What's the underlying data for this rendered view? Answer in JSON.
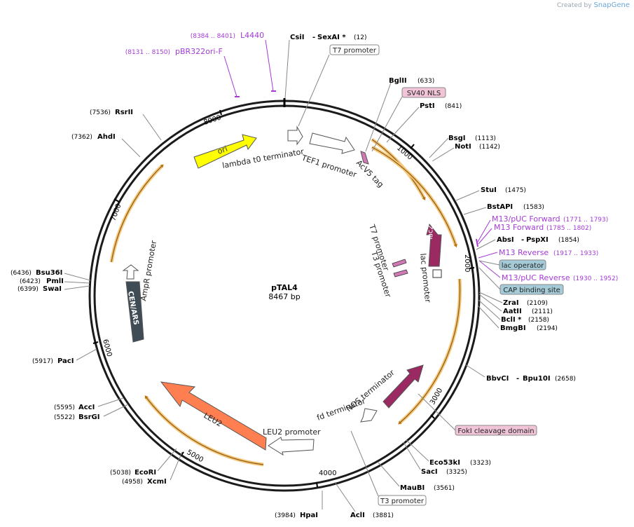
{
  "credit": {
    "prefix": "Created by",
    "brand": "SnapGene"
  },
  "plasmid": {
    "name": "pTAL4",
    "size": "8467 bp"
  },
  "ticks": [
    "1000",
    "2000",
    "3000",
    "4000",
    "5000",
    "6000",
    "7000",
    "8000"
  ],
  "features": [
    {
      "name": "ori"
    },
    {
      "name": "lambda t0 terminator"
    },
    {
      "name": "TEF1 promoter"
    },
    {
      "name": "AcV5 tag"
    },
    {
      "name": "lacZα"
    },
    {
      "name": "T7 promoter"
    },
    {
      "name": "T3 promoter"
    },
    {
      "name": "lac promoter"
    },
    {
      "name": "NOS terminator"
    },
    {
      "name": "fd terminator"
    },
    {
      "name": "LEU2 promoter"
    },
    {
      "name": "LEU2"
    },
    {
      "name": "CEN/ARS"
    },
    {
      "name": "AmpR promoter"
    }
  ],
  "sites": {
    "csiI": {
      "name": "CsiI",
      "extra": "SexAI *",
      "pos": "(12)"
    },
    "bglII": {
      "name": "BglII",
      "pos": "(633)"
    },
    "pstI": {
      "name": "PstI",
      "pos": "(841)"
    },
    "bsgI": {
      "name": "BsgI",
      "pos": "(1113)"
    },
    "notI": {
      "name": "NotI",
      "pos": "(1142)"
    },
    "stuI": {
      "name": "StuI",
      "pos": "(1475)"
    },
    "bstAPI": {
      "name": "BstAPI",
      "pos": "(1583)"
    },
    "absI": {
      "name": "AbsI",
      "extra": "PspXI",
      "pos": "(1854)"
    },
    "zraI": {
      "name": "ZraI",
      "pos": "(2109)"
    },
    "aatII": {
      "name": "AatII",
      "pos": "(2111)"
    },
    "bclI": {
      "name": "BclI *",
      "pos": "(2158)"
    },
    "bmgBI": {
      "name": "BmgBI",
      "pos": "(2194)"
    },
    "bbvCI": {
      "name": "BbvCI",
      "extra": "Bpu10I",
      "pos": "(2658)"
    },
    "eco53kI": {
      "name": "Eco53kI",
      "pos": "(3323)"
    },
    "sacI": {
      "name": "SacI",
      "pos": "(3325)"
    },
    "mauBI": {
      "name": "MauBI",
      "pos": "(3561)"
    },
    "hpaI": {
      "name": "HpaI",
      "pos": "(3984)"
    },
    "aclI": {
      "name": "AclI",
      "pos": "(3881)"
    },
    "ecoRI": {
      "name": "EcoRI",
      "pos": "(5038)"
    },
    "xcmI": {
      "name": "XcmI",
      "pos": "(4958)"
    },
    "accI": {
      "name": "AccI",
      "pos": "(5595)"
    },
    "bsrGI": {
      "name": "BsrGI",
      "pos": "(5522)"
    },
    "pacI": {
      "name": "PacI",
      "pos": "(5917)"
    },
    "bsu36I": {
      "name": "Bsu36I",
      "pos": "(6436)"
    },
    "pmlI": {
      "name": "PmlI",
      "pos": "(6423)"
    },
    "swaI": {
      "name": "SwaI",
      "pos": "(6399)"
    },
    "ahdI": {
      "name": "AhdI",
      "pos": "(7362)"
    },
    "rsrII": {
      "name": "RsrII",
      "pos": "(7536)"
    }
  },
  "primers": {
    "l4440": {
      "name": "L4440",
      "range": "(8384 .. 8401)"
    },
    "pbr322": {
      "name": "pBR322ori-F",
      "range": "(8131 .. 8150)"
    },
    "m13pucf": {
      "name": "M13/pUC Forward",
      "range": "(1771 .. 1793)"
    },
    "m13f": {
      "name": "M13 Forward",
      "range": "(1785 .. 1802)"
    },
    "m13r": {
      "name": "M13 Reverse",
      "range": "(1917 .. 1933)"
    },
    "m13pucr": {
      "name": "M13/pUC Reverse",
      "range": "(1930 .. 1952)"
    }
  },
  "boxed": {
    "t7top": "T7 promoter",
    "sv40": "SV40 NLS",
    "lacop": "lac operator",
    "cap": "CAP binding site",
    "foki": "FokI cleavage domain",
    "t3bottom": "T3 promoter"
  },
  "colors": {
    "ori": "#ffff00",
    "lacz": "#9b2a62",
    "leu2": "#ff7f50",
    "cenars": "#3f4b55",
    "primer": "#a43bd6",
    "orf": "#f5c77a",
    "sv40_box": "#f1c4d7",
    "blue_box": "#a6cbd8"
  }
}
